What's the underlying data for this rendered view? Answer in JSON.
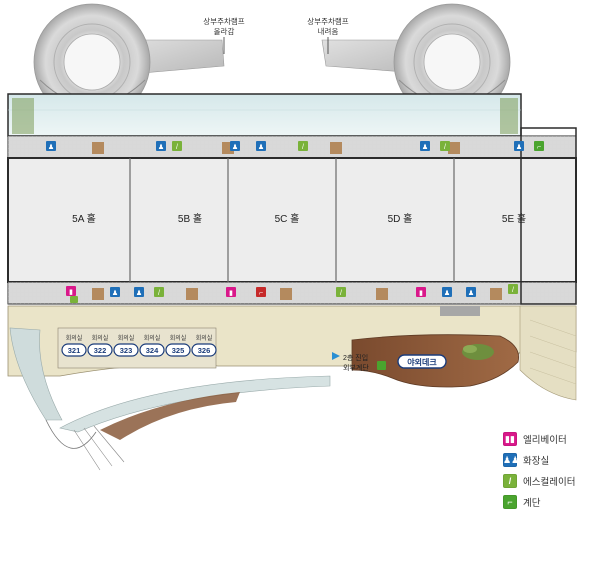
{
  "ramps": {
    "up_label_line1": "상부주차램프",
    "up_label_line2": "올라감",
    "down_label_line1": "상부주차램프",
    "down_label_line2": "내려옴"
  },
  "halls": [
    {
      "label": "5A 홀"
    },
    {
      "label": "5B 홀"
    },
    {
      "label": "5C 홀"
    },
    {
      "label": "5D 홀"
    },
    {
      "label": "5E 홀"
    }
  ],
  "meeting_rooms": [
    {
      "title": "회의실",
      "number": "321"
    },
    {
      "title": "회의실",
      "number": "322"
    },
    {
      "title": "회의실",
      "number": "323"
    },
    {
      "title": "회의실",
      "number": "324"
    },
    {
      "title": "회의실",
      "number": "325"
    },
    {
      "title": "회의실",
      "number": "326"
    }
  ],
  "entrance": {
    "line1": "2층 진입",
    "line2": "외부계단"
  },
  "outdoor_deck": {
    "label": "야외데크"
  },
  "legend": [
    {
      "label": "엘리베이터",
      "icon": "elevator-icon",
      "color": "#d9188a"
    },
    {
      "label": "화장실",
      "icon": "restroom-icon",
      "color": "#1f6fb8"
    },
    {
      "label": "에스컬레이터",
      "icon": "escalator-icon",
      "color": "#7ab23a"
    },
    {
      "label": "계단",
      "icon": "stairs-icon",
      "color": "#4aa42e"
    }
  ],
  "colors": {
    "hall_floor": "#ededed",
    "corridor_glass": "#dfeeee",
    "lower_corridor": "#eae4c8",
    "wall_dark": "#2b2b2b",
    "ramp_grey": "#c9c9c9",
    "deck_brown": "#8a5a3b"
  }
}
